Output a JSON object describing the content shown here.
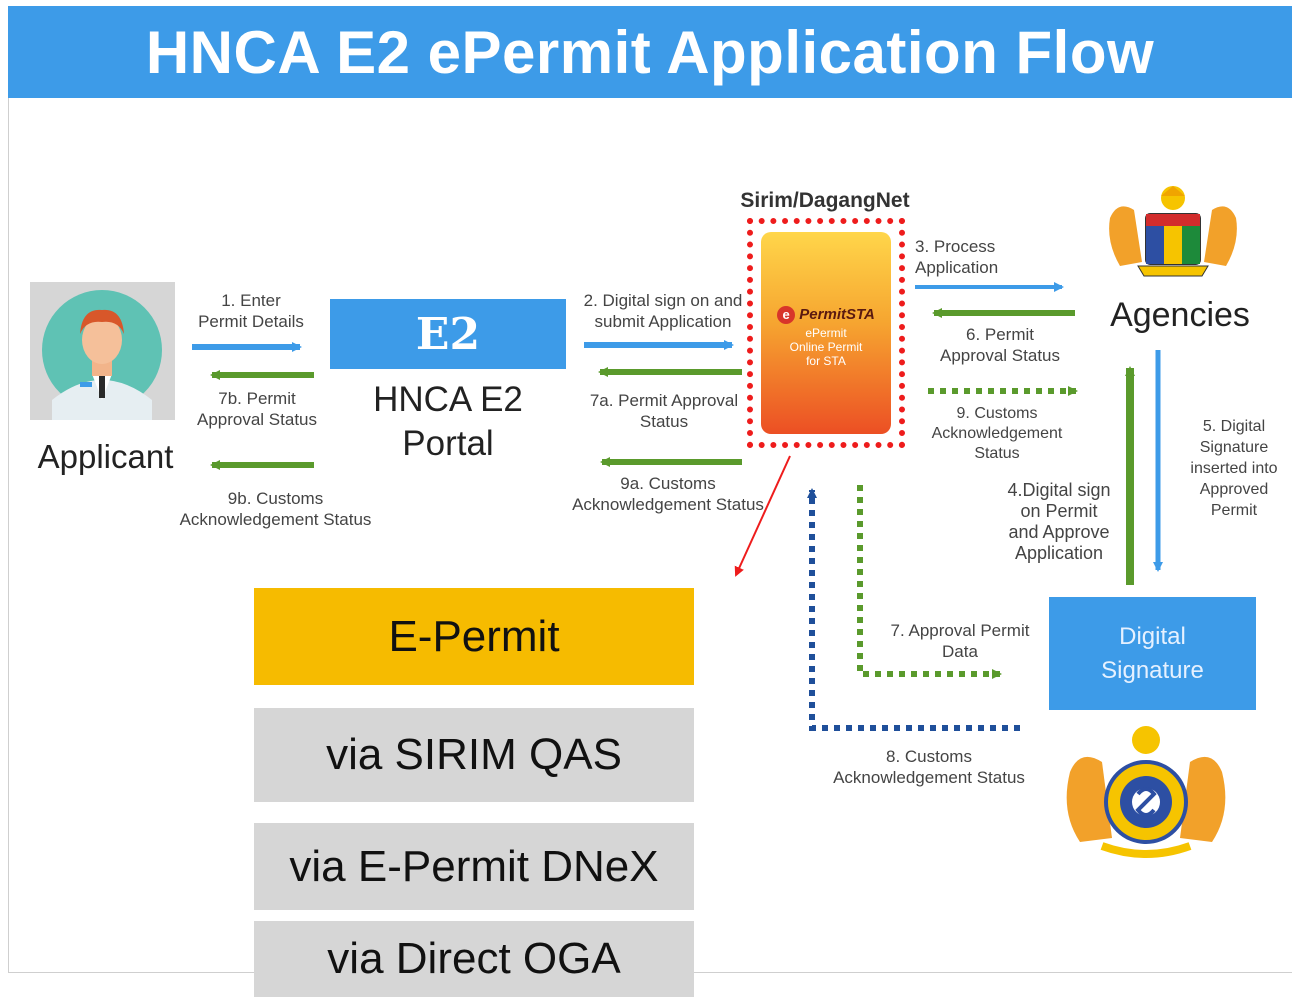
{
  "title": "HNCA E2 ePermit Application Flow",
  "nodes": {
    "applicant": "Applicant",
    "e2_logo": "E2",
    "e2_portal_line1": "HNCA E2",
    "e2_portal_line2": "Portal",
    "sirim_dagangnet": "Sirim/DagangNet",
    "permit_logo_prefix": "e",
    "permit_logo": "PermitSTA",
    "permit_sub": [
      "ePermit",
      "Online Permit",
      "for STA"
    ],
    "agencies": "Agencies",
    "digital_signature": [
      "Digital",
      "Signature"
    ]
  },
  "steps": {
    "s1": [
      "1. Enter",
      "Permit Details"
    ],
    "s7b": [
      "7b. Permit",
      "Approval Status"
    ],
    "s9b": [
      "9b. Customs",
      "Acknowledgement Status"
    ],
    "s2": [
      "2. Digital sign on and",
      "submit Application"
    ],
    "s7a": [
      "7a. Permit Approval",
      "Status"
    ],
    "s9a": [
      "9a. Customs",
      "Acknowledgement Status"
    ],
    "s3": [
      "3. Process",
      "Application"
    ],
    "s6": [
      "6. Permit",
      "Approval Status"
    ],
    "s9": [
      "9. Customs",
      "Acknowledgement",
      "Status"
    ],
    "s4": [
      "4.Digital sign",
      "on Permit",
      "and Approve",
      "Application"
    ],
    "s5": [
      "5. Digital",
      "Signature",
      "inserted into",
      "Approved",
      "Permit"
    ],
    "s7": [
      "7. Approval Permit",
      "Data"
    ],
    "s8": [
      "8. Customs",
      "Acknowledgement Status"
    ]
  },
  "options": [
    "E-Permit",
    "via SIRIM QAS",
    "via E-Permit DNeX",
    "via Direct OGA"
  ],
  "colors": {
    "title_bg": "#3d9be8",
    "arrow_blue": "#3d9be8",
    "arrow_green": "#5a9a2c",
    "dotted_green": "#5a9a2c",
    "dotted_navy": "#1f4f9a",
    "highlight_red": "#ee1c1c",
    "epermit_option": "#f6bb00",
    "other_option": "#d6d6d6"
  },
  "icons": [
    "applicant-avatar-icon",
    "malaysia-coat-of-arms-icon",
    "customs-emblem-icon"
  ]
}
